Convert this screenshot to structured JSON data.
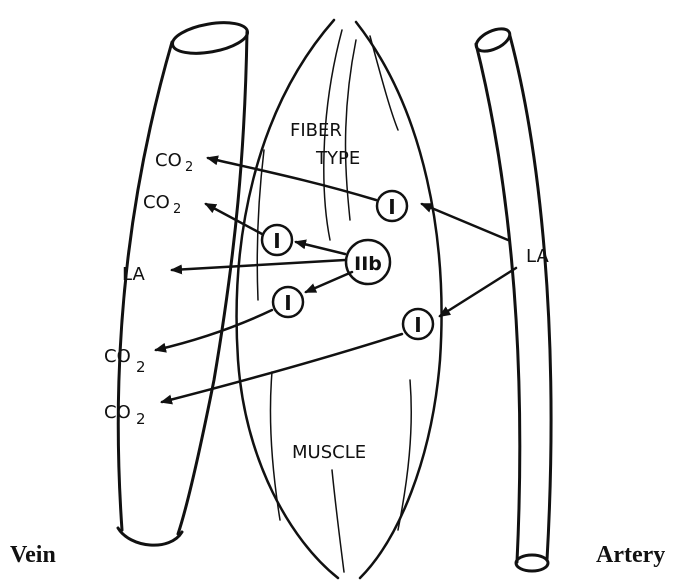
{
  "diagram": {
    "labels": {
      "fiber_type_line1": "FIBER",
      "fiber_type_line2": "TYPE",
      "muscle": "MUSCLE",
      "vein": "Vein",
      "artery": "Artery",
      "la_artery": "LA",
      "la_vein": "LA",
      "co2_1": "CO",
      "co2_2": "CO",
      "co2_3": "CO",
      "co2_4": "CO",
      "subscript": "2"
    },
    "fibers": {
      "type1_upper": "I",
      "type1_mid": "I",
      "type1_lower": "I",
      "type1_right": "I",
      "type2b": "IIb"
    }
  }
}
